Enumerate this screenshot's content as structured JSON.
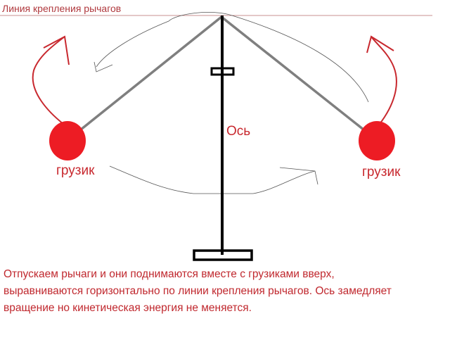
{
  "diagram": {
    "attachment_line_label": "Линия крепления рычагов",
    "axis_label": "Ось",
    "weight_left_label": "грузик",
    "weight_right_label": "грузик",
    "description_lines": [
      "Отпускаем рычаги и они поднимаются вместе с грузиками вверх,",
      "выравниваются горизонтально по линии крепления рычагов. Ось замедляет",
      "вращение но кинетическая энергия не меняется."
    ],
    "colors": {
      "weight": "#ed1c24",
      "text": "#c0282e",
      "lever": "#7f7f7f",
      "axis": "#000000",
      "line": "#c89090"
    }
  }
}
